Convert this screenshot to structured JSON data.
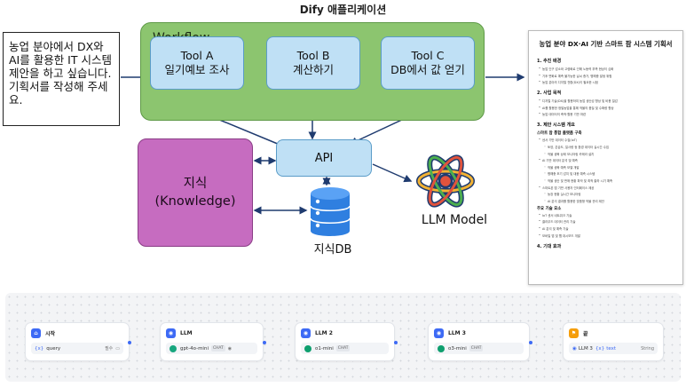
{
  "page_title": "Dify 애플리케이션",
  "prompt": "농업 분야에서 DX와 AI를 활용한 IT 시스템 제안을 하고 싶습니다. 기획서를 작성해 주세요.",
  "workflow": {
    "title": "Workflow",
    "tools": [
      {
        "name": "Tool A",
        "desc": "일기예보 조사"
      },
      {
        "name": "Tool B",
        "desc": "계산하기"
      },
      {
        "name": "Tool C",
        "desc": "DB에서 값 얻기"
      }
    ]
  },
  "api_label": "API",
  "knowledge": {
    "line1": "지식",
    "line2": "(Knowledge)"
  },
  "db_label": "지식DB",
  "llm_label": "LLM Model",
  "colors": {
    "workflow_bg": "#8cc56f",
    "tool_bg": "#bfe0f5",
    "knowledge_bg": "#c66cc0",
    "db_blue": "#2f7fe0",
    "arrow": "#1f3b6f"
  },
  "document": {
    "title": "농업 분야 DX·AI 기반 스마트 팜 시스템 기획서",
    "sections": [
      {
        "heading": "1. 추진 배경",
        "items": [
          "농업 인구 감소와 고령화로 인해 노동력 부족 현상이 심화",
          "기후 변화로 예측 불가능한 날씨 증가, 병해충 발생 위험",
          "농업 분야의 디지털 전환(DX)이 필요한 시점"
        ]
      },
      {
        "heading": "2. 사업 목적",
        "items": [
          "디지털 기술(DX)을 활용하여 농업 생산성 향상 및 비용 절감",
          "AI를 활용한 정밀농업을 통해 작물의 품질 및 수확량 향상",
          "농업 데이터의 축적·활용 기반 마련"
        ]
      },
      {
        "heading": "3. 제안 시스템 개요",
        "sub": "스마트 팜 통합 플랫폼 구축",
        "items": [
          "센서 기반 데이터 수집(IoT)",
          "토양, 온습도, 일사량 등 환경 데이터 실시간 수집",
          "작물 생육 상태 모니터링 카메라 설치",
          "AI 기반 데이터 분석 및 예측",
          "작물 생육 예측 모델 개발",
          "병해충 조기 감지 및 대응 예측 시스템",
          "작물 생산 및 판매 현황 파악 및 최적 출하 시기 예측",
          "스마트폰 앱 기반 사용자 인터페이스 제공",
          "농장 현황 실시간 모니터링",
          "AI 분석 결과를 활용한 맞춤형 작물 관리 제안"
        ]
      },
      {
        "heading": "주요 기술 요소",
        "items": [
          "IoT 센서 네트워크 기술",
          "클라우드 데이터 관리 기술",
          "AI 분석 및 예측 기술",
          "모바일 앱 및 웹 대시보드 개발"
        ]
      },
      {
        "heading": "4. 기대 효과",
        "items": []
      }
    ]
  },
  "dify_nodes": [
    {
      "title": "시작",
      "field": "query",
      "field_prefix": "{x}",
      "right": "필수"
    },
    {
      "title": "LLM",
      "model": "gpt-4o-mini",
      "badge": "CHAT"
    },
    {
      "title": "LLM 2",
      "model": "o1-mini",
      "badge": "CHAT"
    },
    {
      "title": "LLM 3",
      "model": "o3-mini",
      "badge": "CHAT"
    },
    {
      "title": "끝",
      "field_source": "LLM 3",
      "field_prefix": "{x}",
      "field": "text",
      "right": "String"
    }
  ]
}
